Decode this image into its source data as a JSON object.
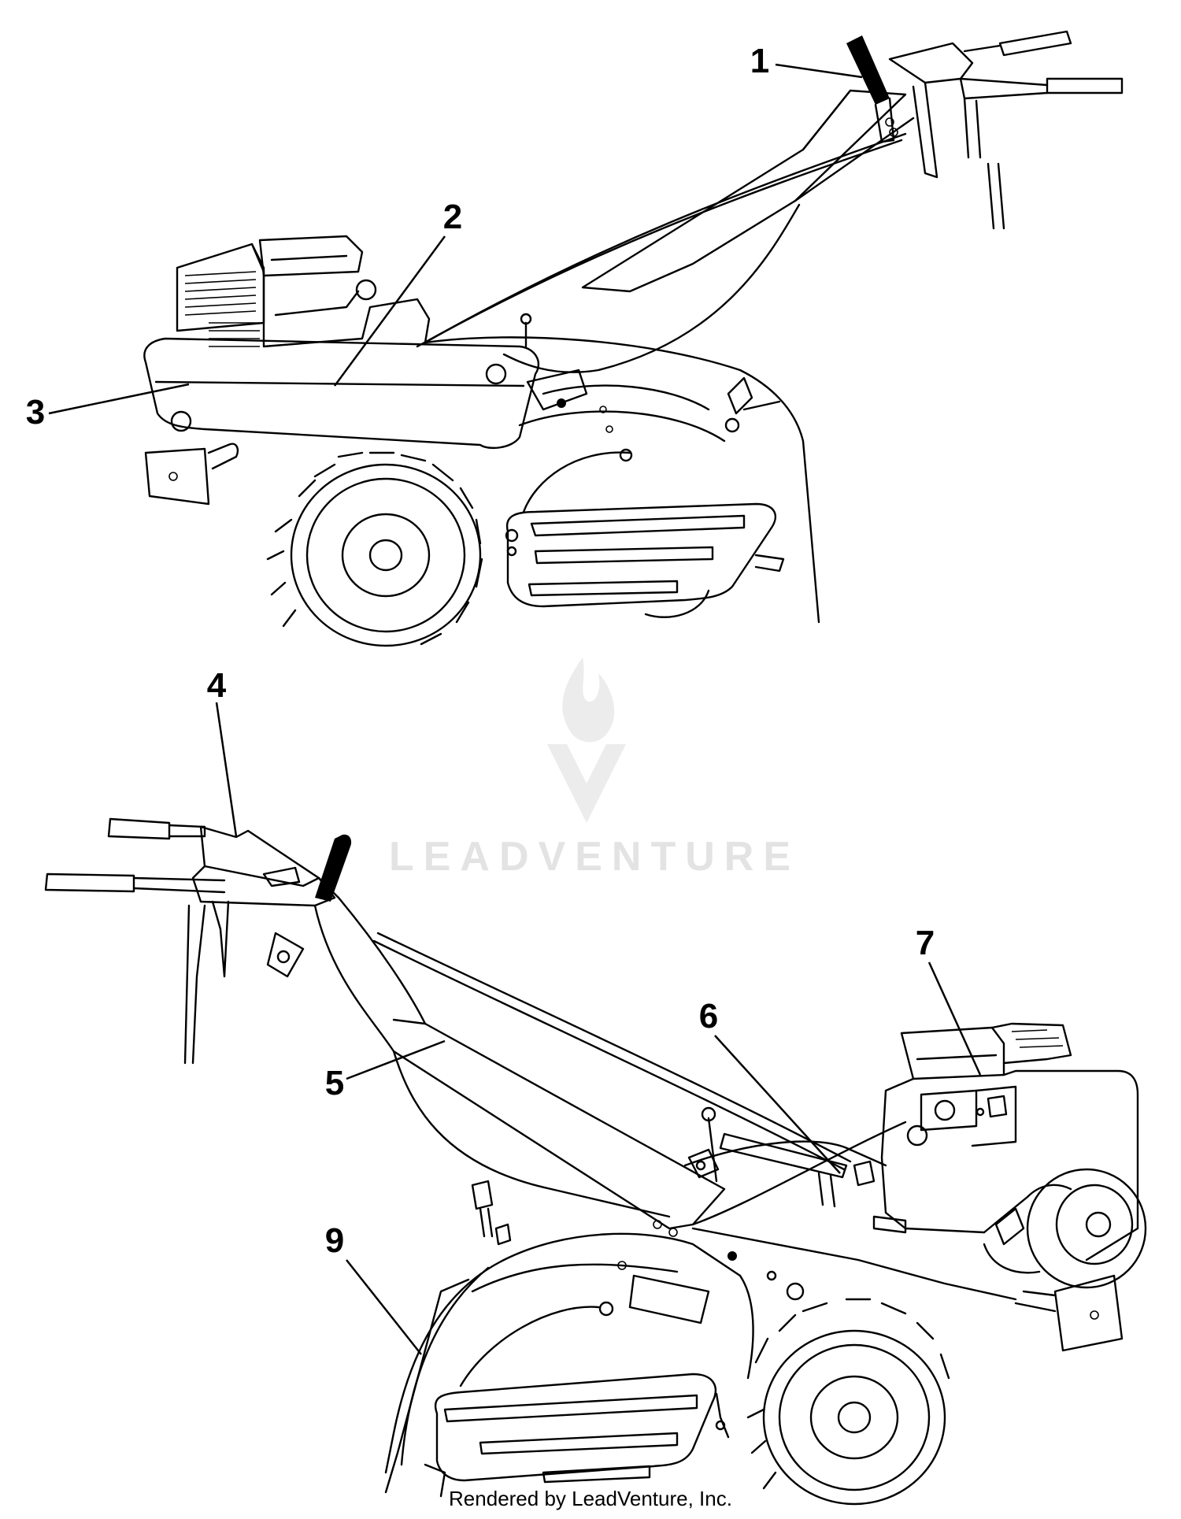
{
  "callouts": [
    {
      "label": "1"
    },
    {
      "label": "2"
    },
    {
      "label": "3"
    },
    {
      "label": "4"
    },
    {
      "label": "5"
    },
    {
      "label": "6"
    },
    {
      "label": "7"
    },
    {
      "label": "9"
    }
  ],
  "watermark": {
    "brand": "LEADVENTURE"
  },
  "footer": {
    "credit": "Rendered by LeadVenture, Inc."
  }
}
